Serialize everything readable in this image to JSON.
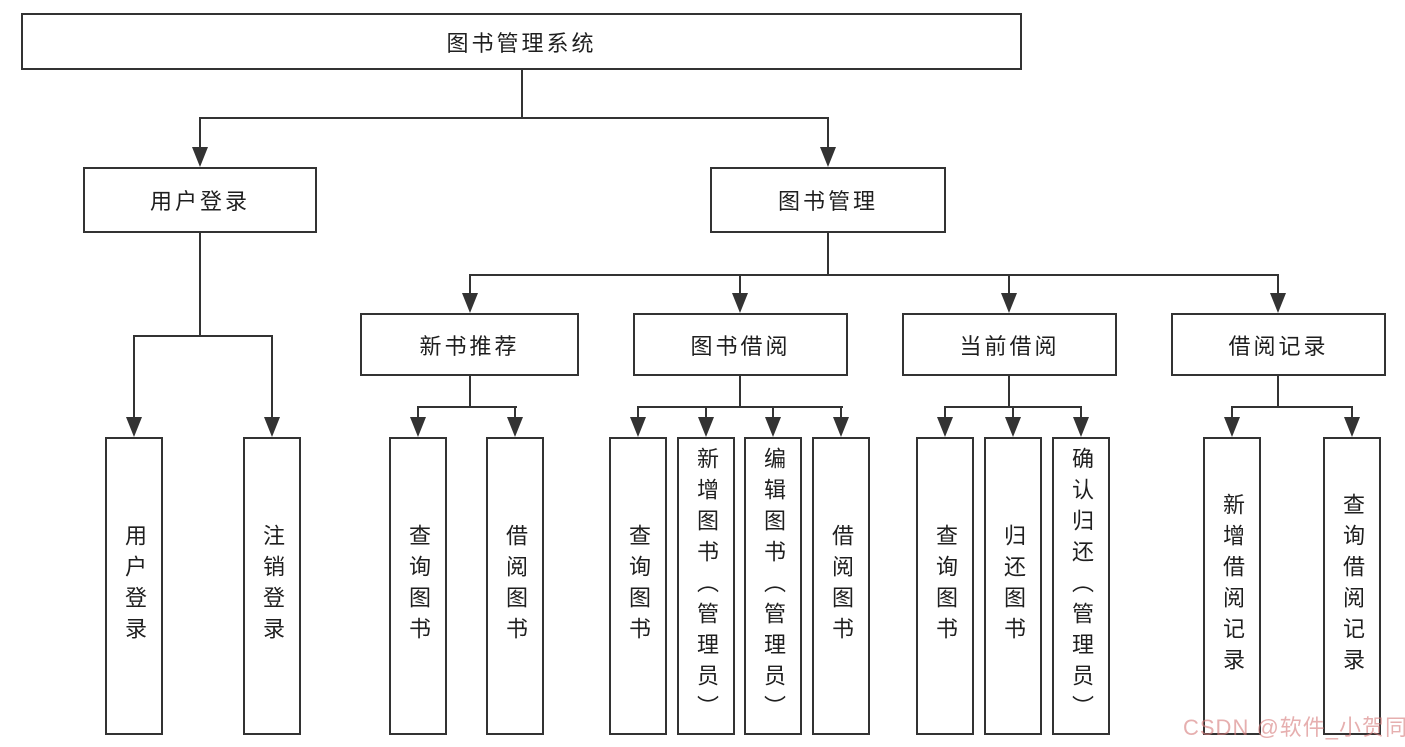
{
  "tree": {
    "root": {
      "label": "图书管理系统"
    },
    "branches": [
      {
        "label": "用户登录",
        "children": [
          {
            "label": "用户登录"
          },
          {
            "label": "注销登录"
          }
        ]
      },
      {
        "label": "图书管理",
        "sections": [
          {
            "label": "新书推荐",
            "children": [
              {
                "label": "查询图书"
              },
              {
                "label": "借阅图书"
              }
            ]
          },
          {
            "label": "图书借阅",
            "children": [
              {
                "label": "查询图书"
              },
              {
                "label": "新增图书（管理员）"
              },
              {
                "label": "编辑图书（管理员）"
              },
              {
                "label": "借阅图书"
              }
            ]
          },
          {
            "label": "当前借阅",
            "children": [
              {
                "label": "查询图书"
              },
              {
                "label": "归还图书"
              },
              {
                "label": "确认归还（管理员）"
              }
            ]
          },
          {
            "label": "借阅记录",
            "children": [
              {
                "label": "新增借阅记录"
              },
              {
                "label": "查询借阅记录"
              }
            ]
          }
        ]
      }
    ]
  },
  "watermark": {
    "text": "CSDN @软件_小贺同学",
    "color": "#d67e7e"
  },
  "colors": {
    "line": "#333333",
    "box_border": "#333333",
    "text": "#1f1f1f",
    "background": "#ffffff"
  }
}
